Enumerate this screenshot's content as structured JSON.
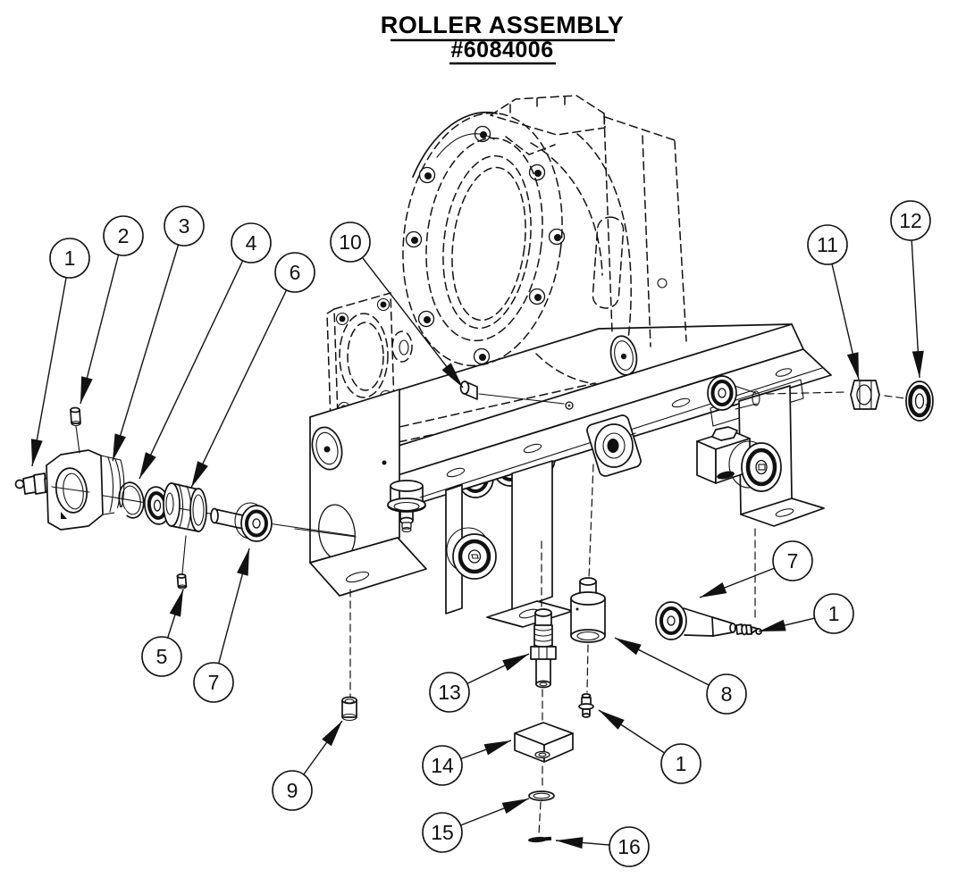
{
  "title": {
    "line1": "ROLLER ASSEMBLY",
    "line2": "#6084006"
  },
  "drawing": {
    "type": "exploded-parts-diagram",
    "assembly_name": "ROLLER ASSEMBLY",
    "assembly_number": "#6084006"
  },
  "colors": {
    "ink": "#111111",
    "paper": "#ffffff"
  },
  "balloons": [
    {
      "label": "1"
    },
    {
      "label": "2"
    },
    {
      "label": "3"
    },
    {
      "label": "4"
    },
    {
      "label": "6"
    },
    {
      "label": "10"
    },
    {
      "label": "11"
    },
    {
      "label": "12"
    },
    {
      "label": "5"
    },
    {
      "label": "7"
    },
    {
      "label": "9"
    },
    {
      "label": "13"
    },
    {
      "label": "14"
    },
    {
      "label": "15"
    },
    {
      "label": "16"
    },
    {
      "label": "8"
    },
    {
      "label": "1"
    },
    {
      "label": "7"
    },
    {
      "label": "1"
    }
  ]
}
